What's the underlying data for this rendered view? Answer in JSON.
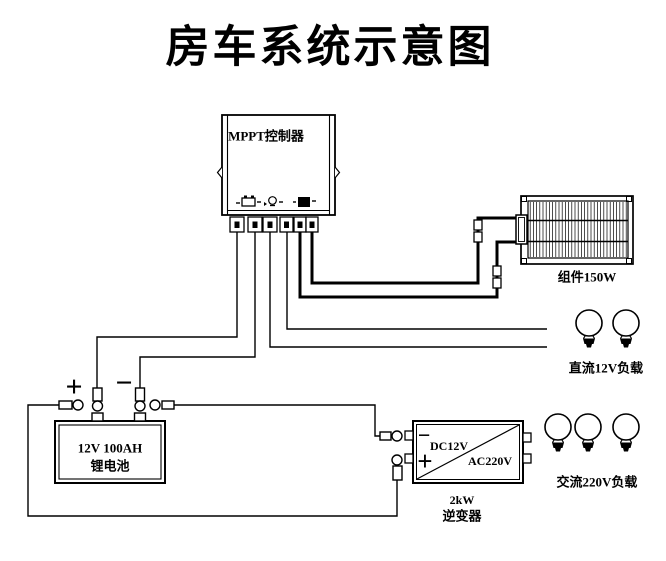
{
  "page": {
    "title": "房车系统示意图"
  },
  "mppt": {
    "name": "MPPT控制器",
    "terminal_count": 6,
    "icons": [
      "battery-icon",
      "lamp-icon",
      "pv-module-icon"
    ]
  },
  "battery": {
    "capacity": "12V 100AH",
    "type": "锂电池",
    "positive": "+",
    "negative": "−"
  },
  "inverter": {
    "dc_side": "DC12V",
    "ac_side": "AC220V",
    "dc_minus": "−",
    "dc_plus": "+",
    "power": "2kW",
    "name": "逆变器"
  },
  "solar": {
    "label": "组件150W"
  },
  "loads": {
    "dc": {
      "label": "直流12V负载",
      "bulb_count": 2
    },
    "ac": {
      "label": "交流220V负载",
      "bulb_count": 3
    }
  },
  "colors": {
    "line": "#000000",
    "background": "#ffffff"
  }
}
